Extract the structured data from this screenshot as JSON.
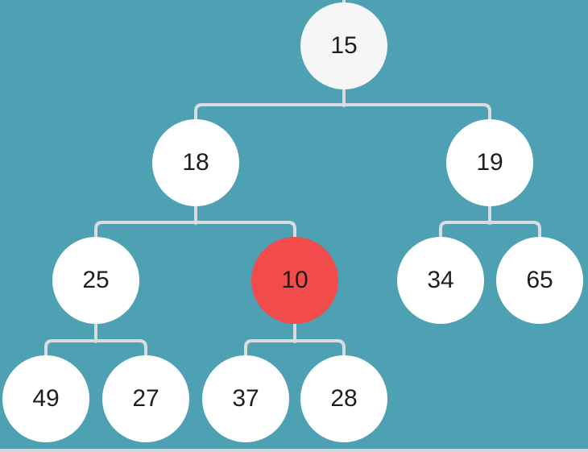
{
  "diagram": {
    "type": "binary-tree",
    "nodes": [
      {
        "value": "15",
        "depth": 0,
        "state": "root"
      },
      {
        "value": "18",
        "depth": 1,
        "state": "default"
      },
      {
        "value": "19",
        "depth": 1,
        "state": "default"
      },
      {
        "value": "25",
        "depth": 2,
        "state": "default"
      },
      {
        "value": "10",
        "depth": 2,
        "state": "highlighted"
      },
      {
        "value": "34",
        "depth": 2,
        "state": "default"
      },
      {
        "value": "65",
        "depth": 2,
        "state": "default"
      },
      {
        "value": "49",
        "depth": 3,
        "state": "default"
      },
      {
        "value": "27",
        "depth": 3,
        "state": "default"
      },
      {
        "value": "37",
        "depth": 3,
        "state": "default"
      },
      {
        "value": "28",
        "depth": 3,
        "state": "default"
      }
    ],
    "structure": {
      "15": [
        "18",
        "19"
      ],
      "18": [
        "25",
        "10"
      ],
      "19": [
        "34",
        "65"
      ],
      "25": [
        "49",
        "27"
      ],
      "10": [
        "37",
        "28"
      ]
    }
  },
  "colors": {
    "background": "#4da1b3",
    "node_fill": "#ffffff",
    "root_node_fill": "#f6f6f6",
    "highlight_fill": "#f14b4b",
    "edge": "#d9dddf",
    "text": "#1e1e1e",
    "bottom_bar": "#d6d6d6"
  }
}
